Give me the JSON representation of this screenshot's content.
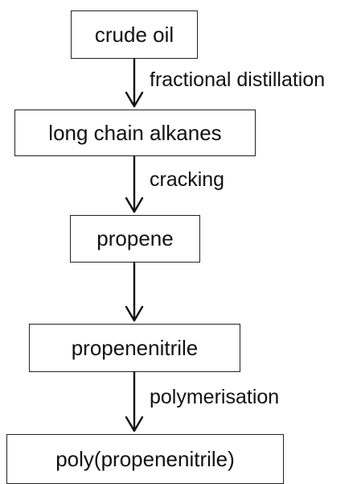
{
  "flowchart": {
    "steps": [
      {
        "name": "crude oil"
      },
      {
        "name": "long chain alkanes"
      },
      {
        "name": "propene"
      },
      {
        "name": "propenenitrile"
      },
      {
        "name": "poly(propenenitrile)"
      }
    ],
    "transitions": [
      {
        "process": "fractional distillation"
      },
      {
        "process": "cracking"
      },
      {
        "process": ""
      },
      {
        "process": "polymerisation"
      }
    ]
  }
}
